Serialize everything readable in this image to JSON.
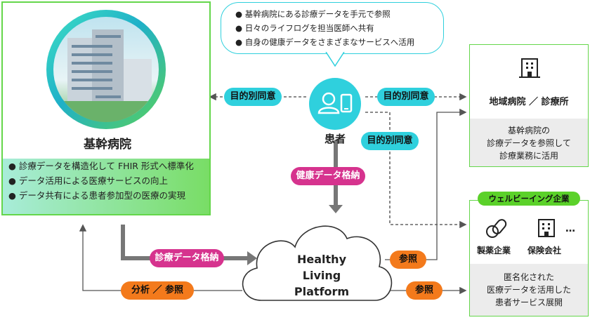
{
  "hospital": {
    "title": "基幹病院",
    "bullets": [
      "診療データを構造化して FHIR 形式へ標準化",
      "データ活用による医療サービスの向上",
      "データ共有による患者参加型の医療の実現"
    ]
  },
  "patient": {
    "label": "患者",
    "bubble": [
      "基幹病院にある診療データを手元で参照",
      "日々のライフログを担当医師へ共有",
      "自身の健康データをさまざまなサービスへ活用"
    ]
  },
  "consent_left": "目的別同意",
  "consent_right": "目的別同意",
  "consent_mid": "目的別同意",
  "health_store": "健康データ格納",
  "clinical_store": "診療データ格納",
  "analysis": "分析 ／ 参照",
  "ref_top": "参照",
  "ref_bottom": "参照",
  "platform": {
    "line1": "Healthy",
    "line2": "Living",
    "line3": "Platform"
  },
  "local_hospital": {
    "name": "地域病院 ／ 診療所",
    "desc": [
      "基幹病院の",
      "診療データを参照して",
      "診療業務に活用"
    ]
  },
  "wellbeing": {
    "tag": "ウェルビーイング企業",
    "pharma": "製薬企業",
    "insurance": "保険会社",
    "more": "…",
    "desc": [
      "匿名化された",
      "医療データを活用した",
      "患者サービス展開"
    ]
  },
  "colors": {
    "green": "#64d64a",
    "teal": "#2fd0dd",
    "magenta": "#d6338e",
    "orange": "#f37a1c",
    "gray": "#777777"
  }
}
